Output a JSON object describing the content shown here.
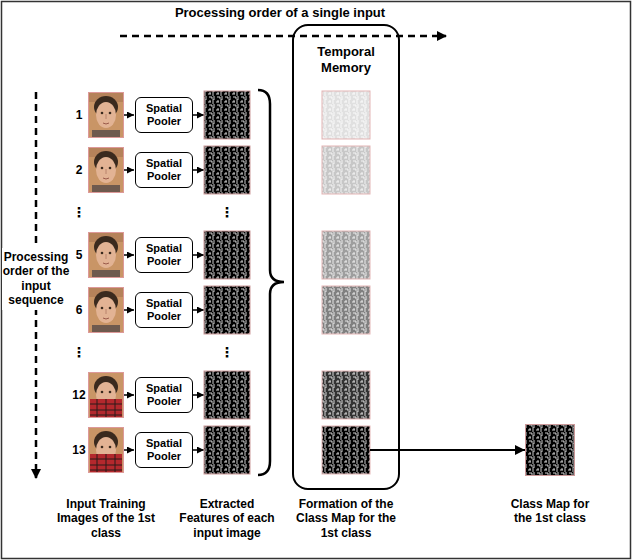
{
  "diagram": {
    "nodes": [
      {
        "text": [
          "Spatial Pooler"
        ]
      },
      {
        "text": [
          "Spatial Pooler"
        ]
      },
      {
        "text": [
          "Spatial Pooler"
        ]
      },
      {
        "text": [
          "Spatial Pooler"
        ]
      },
      {
        "text": [
          "Spatial Pooler"
        ]
      },
      {
        "text": [
          "Spatial Pooler"
        ]
      },
      {
        "text": [
          "Temporal Memory"
        ]
      },
      {
        "text": [
          "Class Map for the 1st class"
        ]
      }
    ],
    "edges": [
      {
        "from": 6,
        "to": 7,
        "arrow": "to"
      }
    ],
    "labels": [
      "Processing order of a single input",
      "Processing order of the input sequence",
      "1",
      "2",
      "⋮",
      "⋮",
      "5",
      "6",
      "⋮",
      "⋮",
      "12",
      "13",
      "Input Training Images of the 1st class",
      "Extracted Features of each input image",
      "Formation of the Class Map for the 1st class"
    ]
  }
}
